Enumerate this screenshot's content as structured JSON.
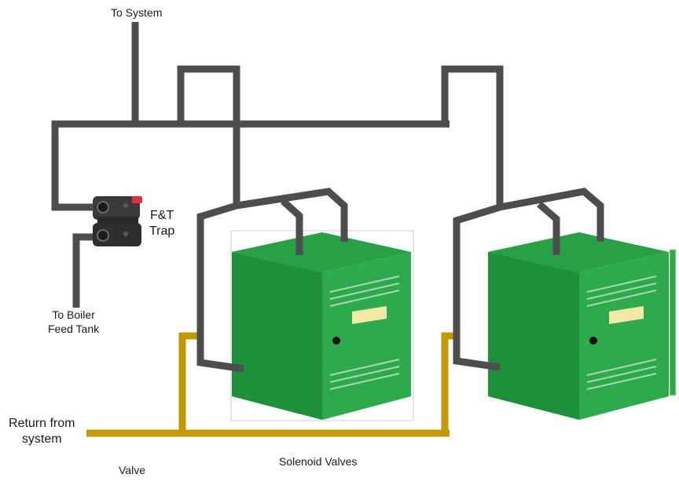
{
  "labels": {
    "to_system": "To System",
    "ft_trap_line1": "F&T",
    "ft_trap_line2": "Trap",
    "to_boiler_line1": "To Boiler",
    "to_boiler_line2": "Feed Tank",
    "return_line1": "Return from",
    "return_line2": "system",
    "valve": "Valve",
    "solenoid_valves": "Solenoid Valves"
  },
  "colors": {
    "steam_pipe": "#4d4d4f",
    "return_pipe": "#c29a00",
    "boiler_front": "#2daa4c",
    "boiler_top": "#28a046",
    "boiler_side": "#1f8f3c",
    "boiler_slot": "#a8d8b5",
    "boiler_nameplate": "#f2e9a6",
    "trap_body": "#3a3a3c",
    "trap_tag": "#e03040"
  }
}
